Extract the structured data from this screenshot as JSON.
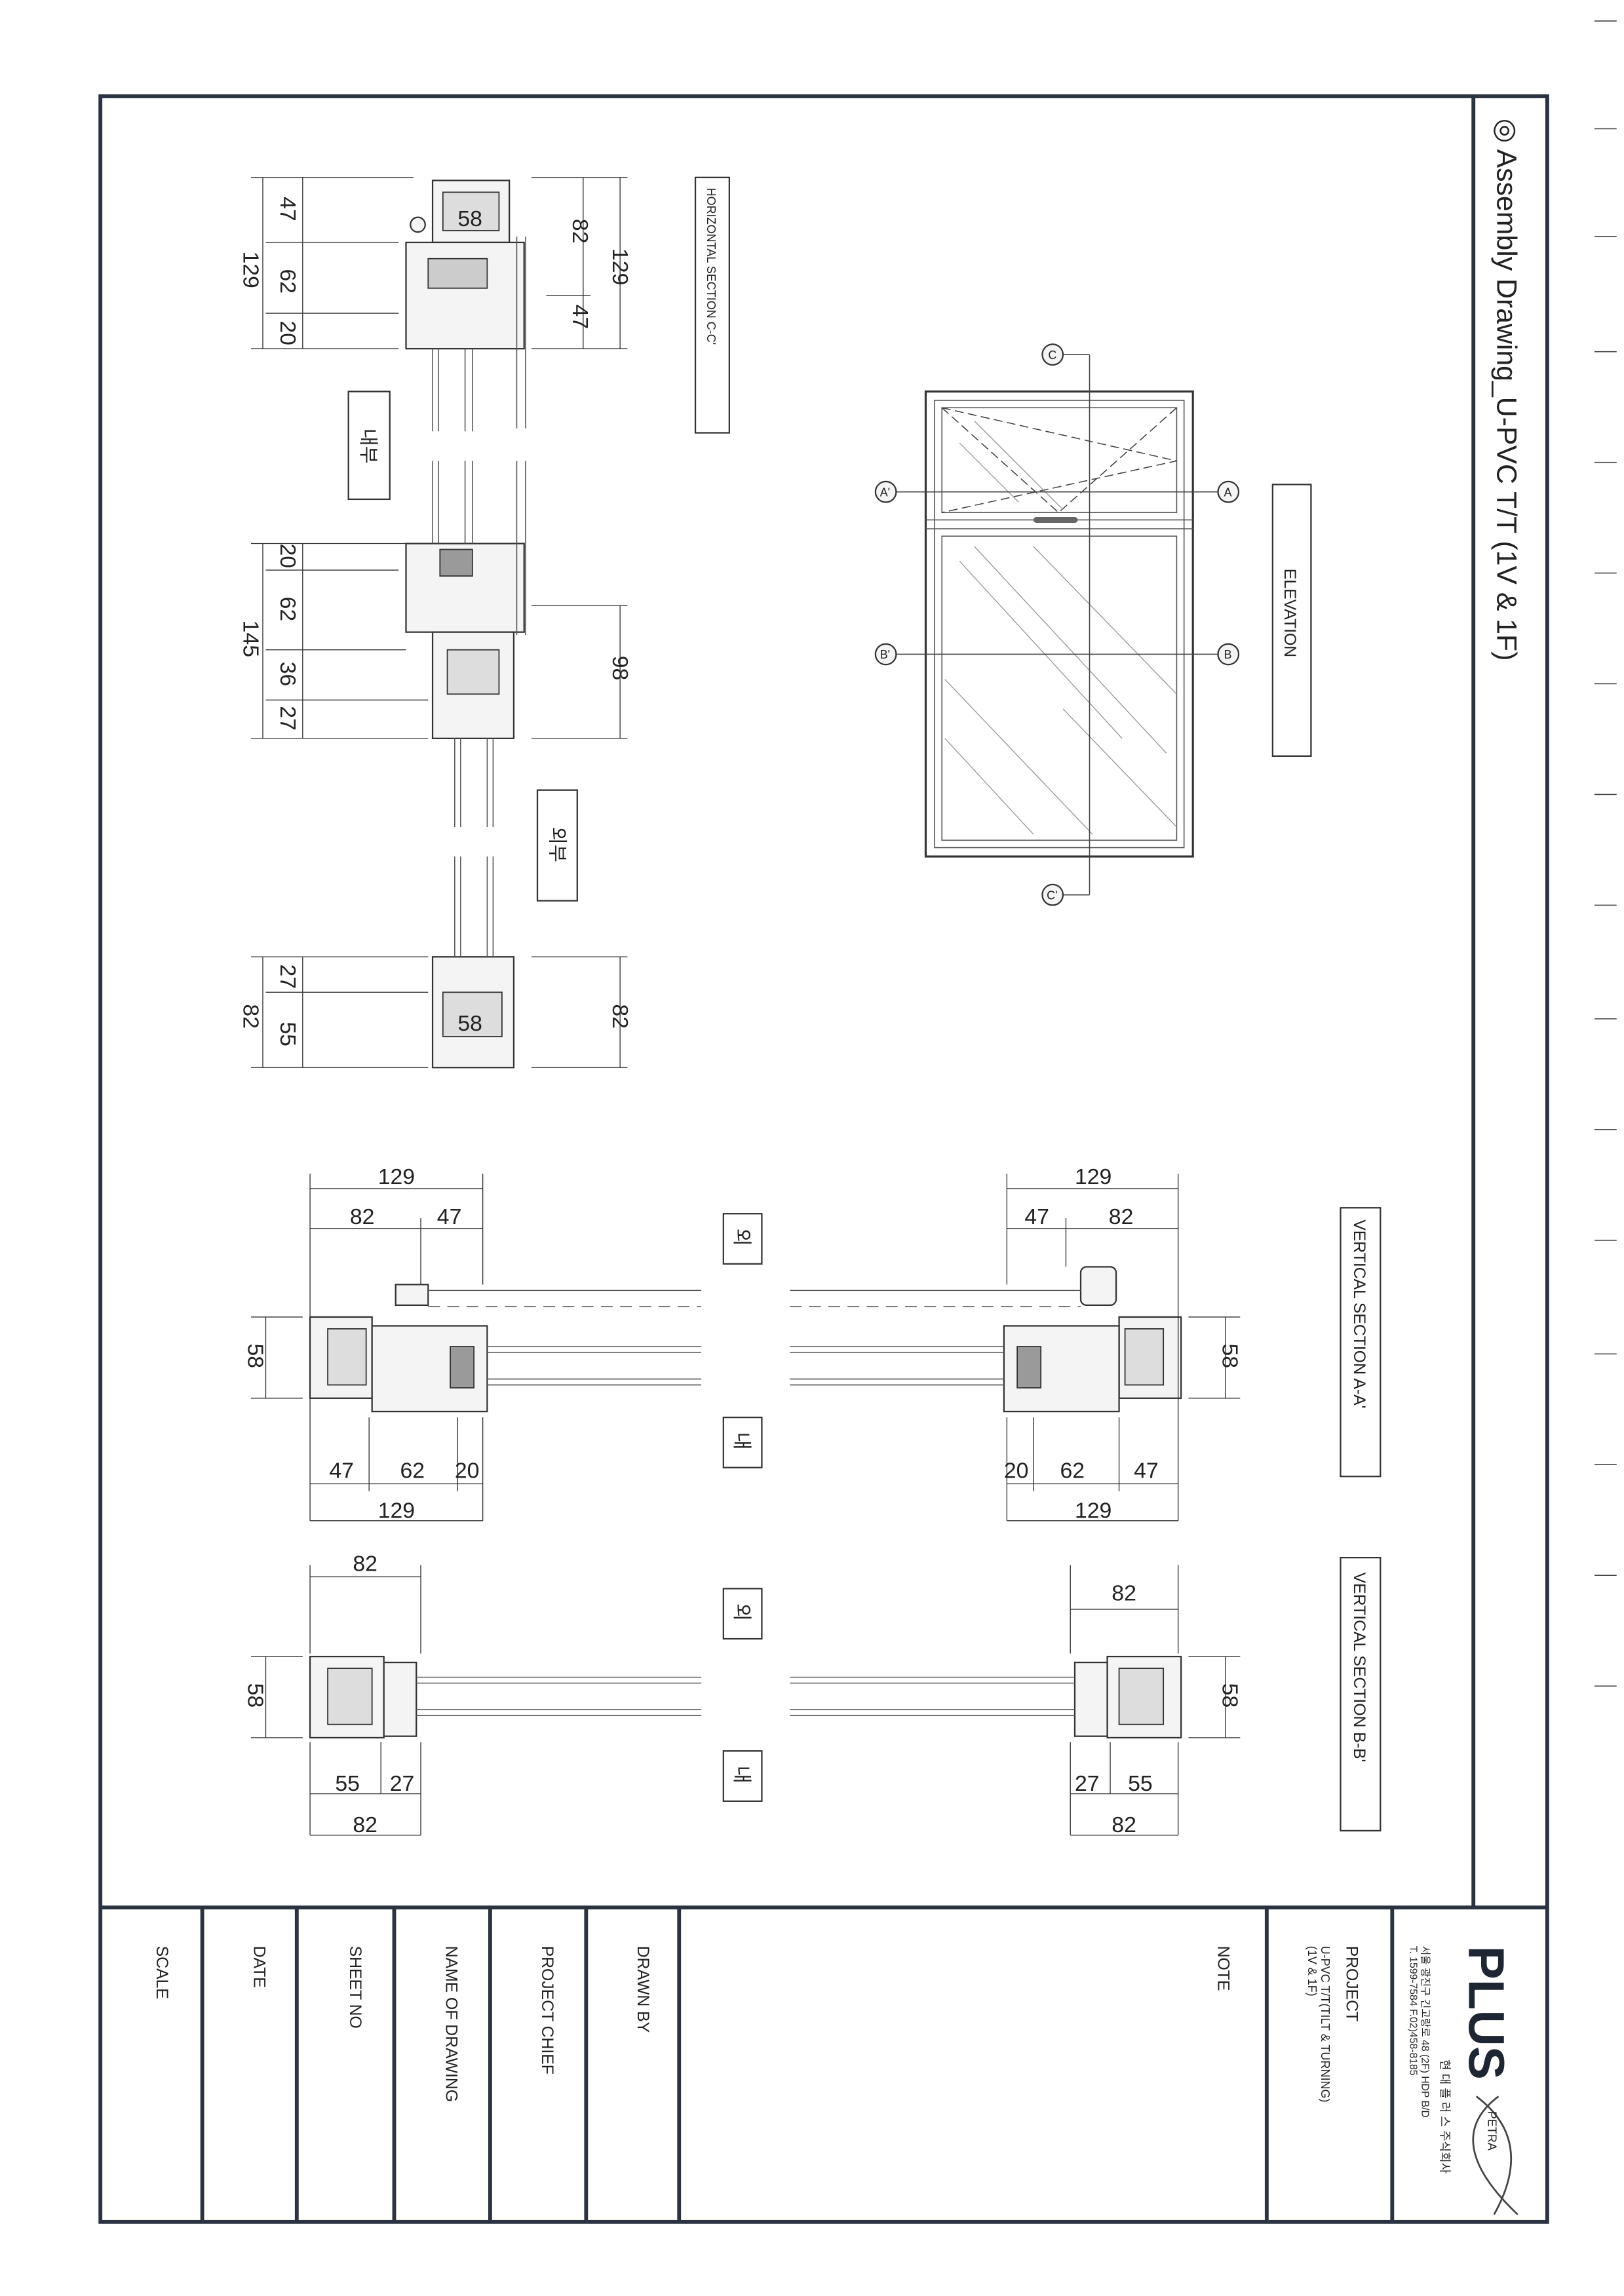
{
  "title": "◎ Assembly Drawing_U-PVC T/T (1V & 1F)",
  "elevation": {
    "label": "ELEVATION",
    "markers": {
      "a_left": "A'",
      "a_right": "A",
      "b_left": "B'",
      "b_right": "B",
      "c_top": "C",
      "c_bottom": "C'"
    }
  },
  "horizontal_section": {
    "label": "HORIZONTAL SECTION C-C'",
    "interior": "내부",
    "exterior": "외부",
    "glass_58": "58",
    "dims": {
      "top_total_left": "129",
      "top_a": "47",
      "top_b": "62",
      "top_c": "20",
      "top_right_a": "82",
      "top_right_b": "47",
      "top_total_right": "129",
      "mid_a": "20",
      "mid_b": "62",
      "mid_c": "36",
      "mid_d": "27",
      "mid_total": "145",
      "mid_right": "98",
      "bot_a": "27",
      "bot_b": "55",
      "bot_total_left": "82",
      "bot_total_right": "82"
    }
  },
  "vertical_section_a": {
    "label": "VERTICAL SECTION A-A'",
    "exterior": "외",
    "interior": "내",
    "left": {
      "top_total": "129",
      "top_a": "82",
      "top_b": "47",
      "height": "58",
      "bot_a": "47",
      "bot_b": "62",
      "bot_c": "20",
      "bot_total": "129"
    },
    "right": {
      "top_total": "129",
      "top_a": "47",
      "top_b": "82",
      "height": "58",
      "bot_a": "20",
      "bot_b": "62",
      "bot_c": "47",
      "bot_total": "129"
    }
  },
  "vertical_section_b": {
    "label": "VERTICAL SECTION B-B'",
    "exterior": "외",
    "interior": "내",
    "left": {
      "top": "82",
      "height": "58",
      "bot_a": "55",
      "bot_b": "27",
      "bot_total": "82"
    },
    "right": {
      "top": "82",
      "height": "58",
      "bot_a": "27",
      "bot_b": "55",
      "bot_total": "82"
    }
  },
  "title_block": {
    "logo_text": "PLUS",
    "logo_mark": "PETRA",
    "company": "현 대 플 러 스 주식회사",
    "address": "서울 광진구 긴고랑로 48 (2F) HDP B/D",
    "contact": "T. 1599-7584  F.02)458-8185",
    "project_label": "PROJECT",
    "project_value_1": "U-PVC T/T(TILT & TURNING)",
    "project_value_2": "(1V & 1F)",
    "note_label": "NOTE",
    "drawn_by_label": "DRAWN BY",
    "project_chief_label": "PROJECT CHIEF",
    "name_of_drawing_label": "NAME OF DRAWING",
    "sheet_no_label": "SHEET NO",
    "date_label": "DATE",
    "scale_label": "SCALE"
  },
  "colors": {
    "frame": "#2b3342",
    "line": "#333333",
    "paper": "#ffffff"
  }
}
